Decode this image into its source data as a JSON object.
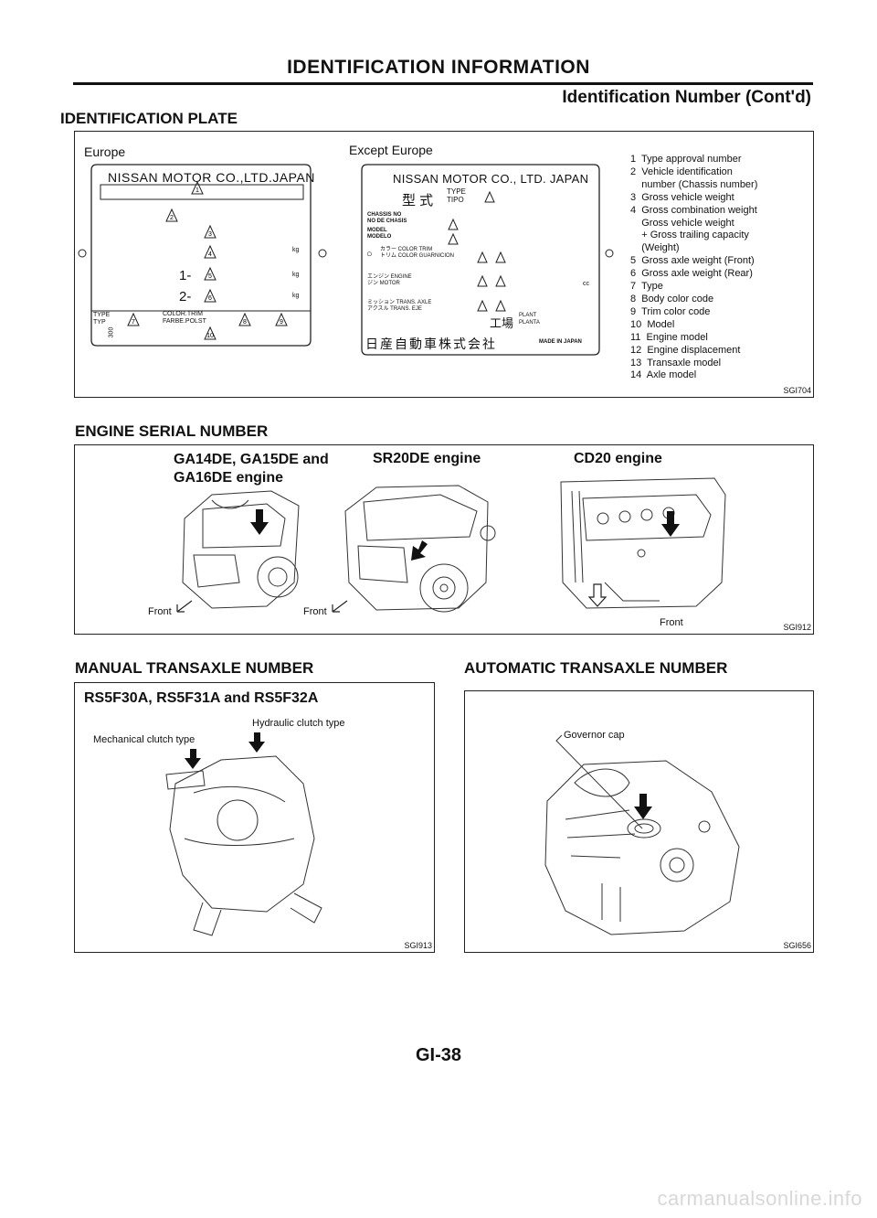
{
  "header": {
    "title": "IDENTIFICATION INFORMATION",
    "subtitle": "Identification Number (Cont'd)"
  },
  "id_plate": {
    "heading": "IDENTIFICATION PLATE",
    "europe": {
      "label": "Europe",
      "maker": "NISSAN MOTOR CO.,LTD.JAPAN",
      "row1": "1-",
      "row2": "2-",
      "kg": "kg",
      "type_label": "TYPE\nTYP",
      "color_trim": "COLOR.TRIM\nFARBE.POLST",
      "vert_text": "300"
    },
    "except_europe": {
      "label": "Except Europe",
      "maker": "NISSAN MOTOR CO., LTD. JAPAN",
      "type_jp": "型 式",
      "type_label": "TYPE\nTIPO",
      "chassis": "CHASSIS NO\nNO DE CHASIS",
      "model": "MODEL\nMODELO",
      "color_trim": "カラー COLOR TRIM\nトリム COLOR GUARNICION",
      "engine": "エンジン ENGINE\nジン MOTOR",
      "cc": "cc",
      "trans": "ミッション TRANS. AXLE\nアクスル TRANS. EJE",
      "plant_jp": "工場",
      "plant": "PLANT\nPLANTA",
      "bottom_jp": "日産自動車株式会社",
      "made_in": "MADE IN JAPAN"
    },
    "legend": [
      "1  Type approval number",
      "2  Vehicle identification",
      "    number (Chassis number)",
      "3  Gross vehicle weight",
      "4  Gross combination weight",
      "    Gross vehicle weight",
      "    + Gross trailing capacity",
      "    (Weight)",
      "5  Gross axle weight (Front)",
      "6  Gross axle weight (Rear)",
      "7  Type",
      "8  Body color code",
      "9  Trim color code",
      "10  Model",
      "11  Engine model",
      "12  Engine displacement",
      "13  Transaxle model",
      "14  Axle model"
    ],
    "fig_id": "SGI704"
  },
  "engine_serial": {
    "heading": "ENGINE SERIAL NUMBER",
    "ga_label": "GA14DE, GA15DE and\nGA16DE engine",
    "sr_label": "SR20DE engine",
    "cd_label": "CD20 engine",
    "front": "Front",
    "fig_id": "SGI912"
  },
  "manual": {
    "heading": "MANUAL TRANSAXLE NUMBER",
    "models": "RS5F30A, RS5F31A and RS5F32A",
    "hydraulic": "Hydraulic clutch type",
    "mechanical": "Mechanical clutch type",
    "fig_id": "SGI913"
  },
  "automatic": {
    "heading": "AUTOMATIC TRANSAXLE NUMBER",
    "governor": "Governor cap",
    "fig_id": "SGI656"
  },
  "footer": {
    "page": "GI-38",
    "watermark": "carmanualsonline.info"
  }
}
